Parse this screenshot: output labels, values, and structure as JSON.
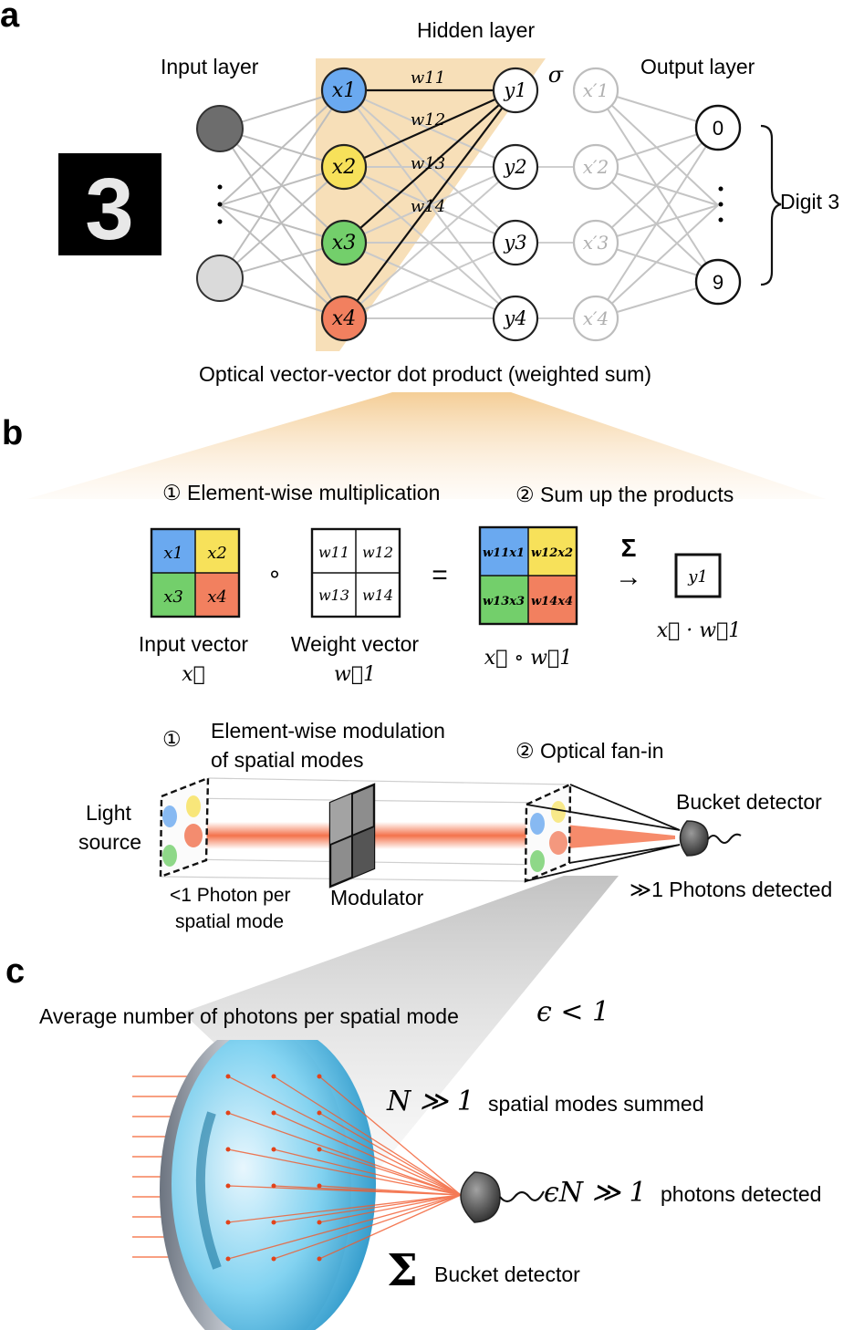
{
  "panel_a": {
    "letter": "a",
    "input_layer_label": "Input layer",
    "hidden_layer_label": "Hidden layer",
    "output_layer_label": "Output layer",
    "digit_image_text": "3",
    "digit_label": "Digit 3",
    "output_top": "0",
    "output_bottom": "9",
    "hidden_inputs": [
      "x1",
      "x2",
      "x3",
      "x4"
    ],
    "hidden_outputs": [
      "y1",
      "y2",
      "y3",
      "y4"
    ],
    "activated": [
      "x′1",
      "x′2",
      "x′3",
      "x′4"
    ],
    "weights": [
      "w11",
      "w12",
      "w13",
      "w14"
    ],
    "activation": "σ",
    "caption": "Optical vector-vector dot product (weighted sum)"
  },
  "panel_b": {
    "letter": "b",
    "step1": "① Element-wise multiplication",
    "step2": "② Sum up the products",
    "input_cells": [
      "x1",
      "x2",
      "x3",
      "x4"
    ],
    "weight_cells": [
      "w11",
      "w12",
      "w13",
      "w14"
    ],
    "product_cells": [
      "w11x1",
      "w12x2",
      "w13x3",
      "w14x4"
    ],
    "result_cell": "y1",
    "op_circle": "∘",
    "op_equals": "=",
    "sigma": "Σ",
    "arrow": "→",
    "input_vector_label": "Input vector",
    "input_vector_symbol": "x⃗",
    "weight_vector_label": "Weight vector",
    "weight_vector_symbol": "w⃗1",
    "product_symbol": "x⃗ ∘ w⃗1",
    "dot_symbol": "x⃗ · w⃗1",
    "optical_step1_num": "①",
    "optical_step1_line1": "Element-wise modulation",
    "optical_step1_line2": "of spatial modes",
    "optical_step2": "② Optical fan-in",
    "light_source_line1": "Light",
    "light_source_line2": "source",
    "photon_line1": "<1 Photon per",
    "photon_line2": "spatial mode",
    "modulator": "Modulator",
    "bucket_detector": "Bucket detector",
    "photons_detected": "≫1 Photons detected"
  },
  "panel_c": {
    "letter": "c",
    "avg_label": "Average number of photons per spatial mode",
    "avg_math": "ϵ < 1",
    "n_math": "N ≫ 1",
    "n_label": "spatial modes summed",
    "en_math": "ϵN ≫ 1",
    "en_label": "photons detected",
    "sigma": "Σ",
    "bucket_label": "Bucket detector"
  },
  "colors": {
    "x1": "#6aa9f0",
    "x2": "#f7e15a",
    "x3": "#73cf6b",
    "x4": "#f2805f",
    "highlight": "#f7dfb8",
    "beam": "#f25a2c"
  }
}
